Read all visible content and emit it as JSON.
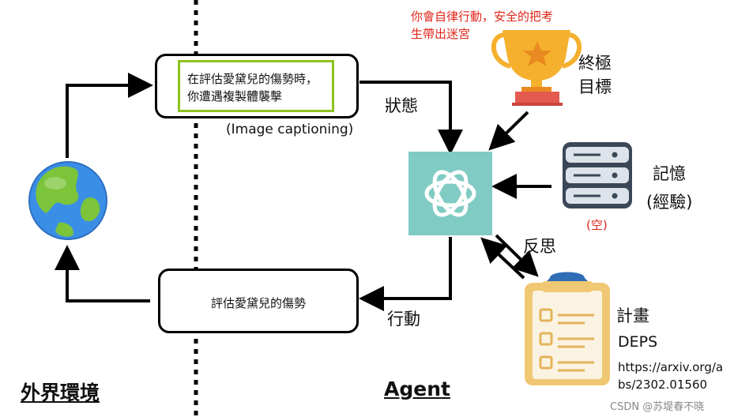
{
  "left_section": {
    "label": "外界環境"
  },
  "right_section": {
    "label": "Agent"
  },
  "observation": {
    "line1": "在評估愛黛兒的傷勢時，",
    "line2": "你遭遇複製體襲擊",
    "caption_note": "(Image captioning)"
  },
  "action_box": {
    "text": "評估愛黛兒的傷勢"
  },
  "edge_labels": {
    "state": "狀態",
    "action": "行動",
    "reflect": "反思"
  },
  "goal": {
    "note_line1": "你會自律行動，安全的把考",
    "note_line2": "生帶出迷宮",
    "label_line1": "終極",
    "label_line2": "目標"
  },
  "memory": {
    "label_line1": "記憶",
    "label_line2": "(經驗)",
    "status": "(空)"
  },
  "plan": {
    "label": "計畫",
    "method": "DEPS",
    "url_line1": "https://arxiv.org/a",
    "url_line2": "bs/2302.01560"
  },
  "watermark": "CSDN @苏堤春不晓",
  "colors": {
    "accent_red": "#e0261b",
    "highlight_green": "#8dc21f",
    "agent_teal": "#80cbc4",
    "trophy_gold": "#f5b02e"
  }
}
